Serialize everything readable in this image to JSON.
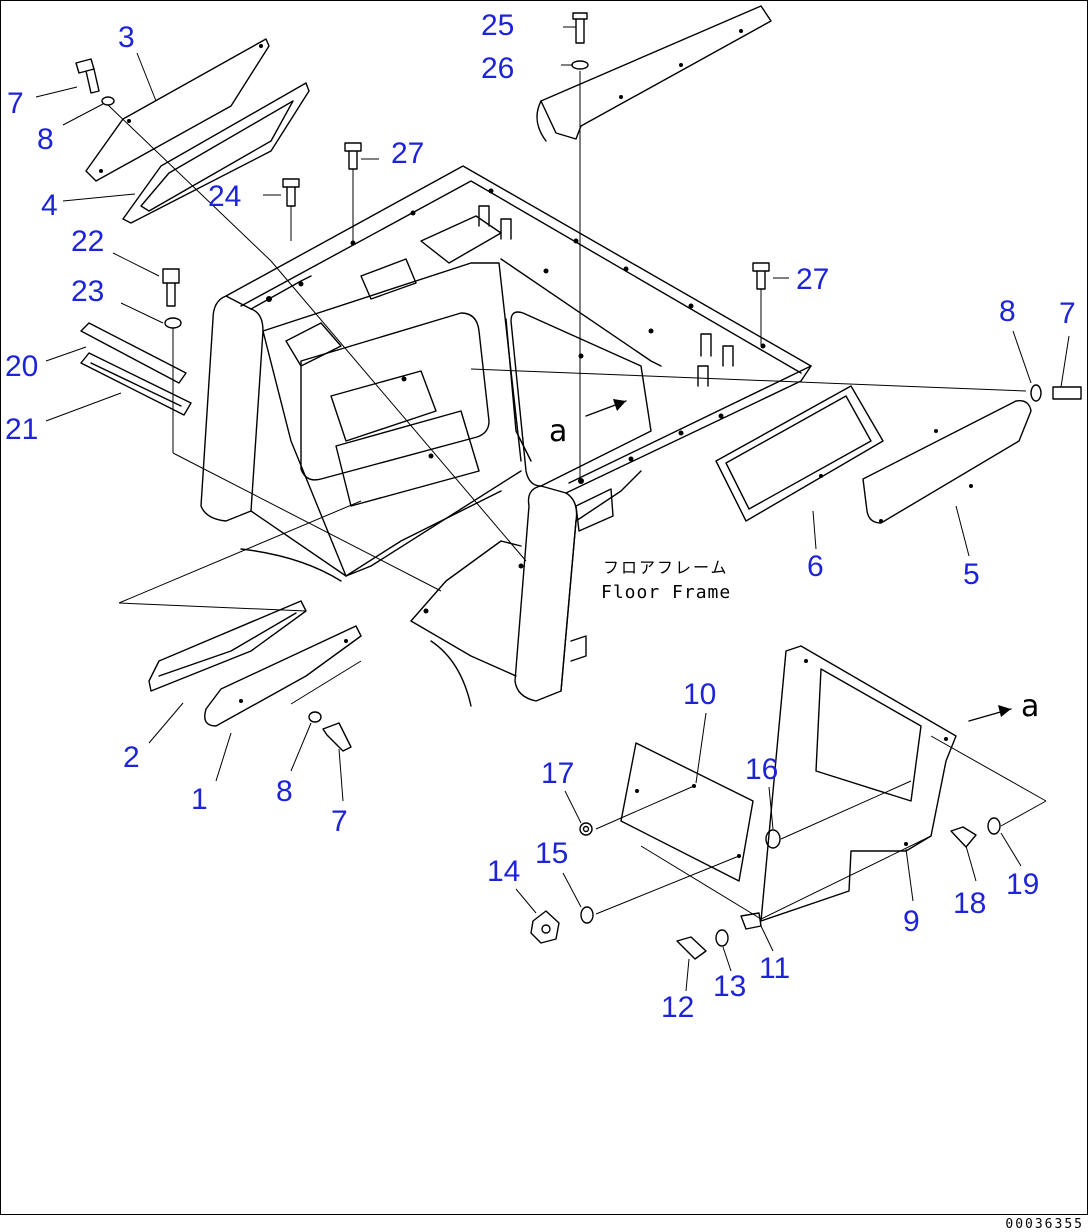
{
  "diagram": {
    "drawing_code": "00036355",
    "floor_frame_label_jp": "フロアフレーム",
    "floor_frame_label_en": "Floor Frame",
    "view_marker": "a",
    "callouts": [
      {
        "id": "c25",
        "label": "25"
      },
      {
        "id": "c26",
        "label": "26"
      },
      {
        "id": "c3",
        "label": "3"
      },
      {
        "id": "c7a",
        "label": "7"
      },
      {
        "id": "c8a",
        "label": "8"
      },
      {
        "id": "c4",
        "label": "4"
      },
      {
        "id": "c27a",
        "label": "27"
      },
      {
        "id": "c24",
        "label": "24"
      },
      {
        "id": "c22",
        "label": "22"
      },
      {
        "id": "c23",
        "label": "23"
      },
      {
        "id": "c27b",
        "label": "27"
      },
      {
        "id": "c8b",
        "label": "8"
      },
      {
        "id": "c7b",
        "label": "7"
      },
      {
        "id": "c20",
        "label": "20"
      },
      {
        "id": "c21",
        "label": "21"
      },
      {
        "id": "c6",
        "label": "6"
      },
      {
        "id": "c5",
        "label": "5"
      },
      {
        "id": "c10",
        "label": "10"
      },
      {
        "id": "c2",
        "label": "2"
      },
      {
        "id": "c1",
        "label": "1"
      },
      {
        "id": "c8c",
        "label": "8"
      },
      {
        "id": "c7c",
        "label": "7"
      },
      {
        "id": "c17",
        "label": "17"
      },
      {
        "id": "c16",
        "label": "16"
      },
      {
        "id": "c15",
        "label": "15"
      },
      {
        "id": "c14",
        "label": "14"
      },
      {
        "id": "c18",
        "label": "18"
      },
      {
        "id": "c19",
        "label": "19"
      },
      {
        "id": "c9",
        "label": "9"
      },
      {
        "id": "c11",
        "label": "11"
      },
      {
        "id": "c13",
        "label": "13"
      },
      {
        "id": "c12",
        "label": "12"
      }
    ]
  }
}
